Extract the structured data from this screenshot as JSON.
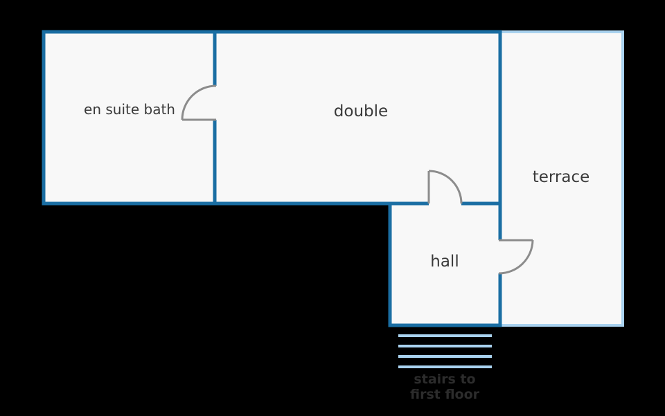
{
  "rooms": {
    "en_suite_bath": "en suite bath",
    "double": "double",
    "terrace": "terrace",
    "hall": "hall"
  },
  "stairs": {
    "line1": "stairs to",
    "line2": "first floor"
  },
  "colors": {
    "background": "#000000",
    "floor": "#f8f8f8",
    "wall": "#1a6ea3",
    "terrace_border": "#a9d2ef",
    "door": "#8c8c8c",
    "stairs": "#a9d2ef",
    "label": "#3a3a3a",
    "stairs_label": "#2c2c2c"
  }
}
